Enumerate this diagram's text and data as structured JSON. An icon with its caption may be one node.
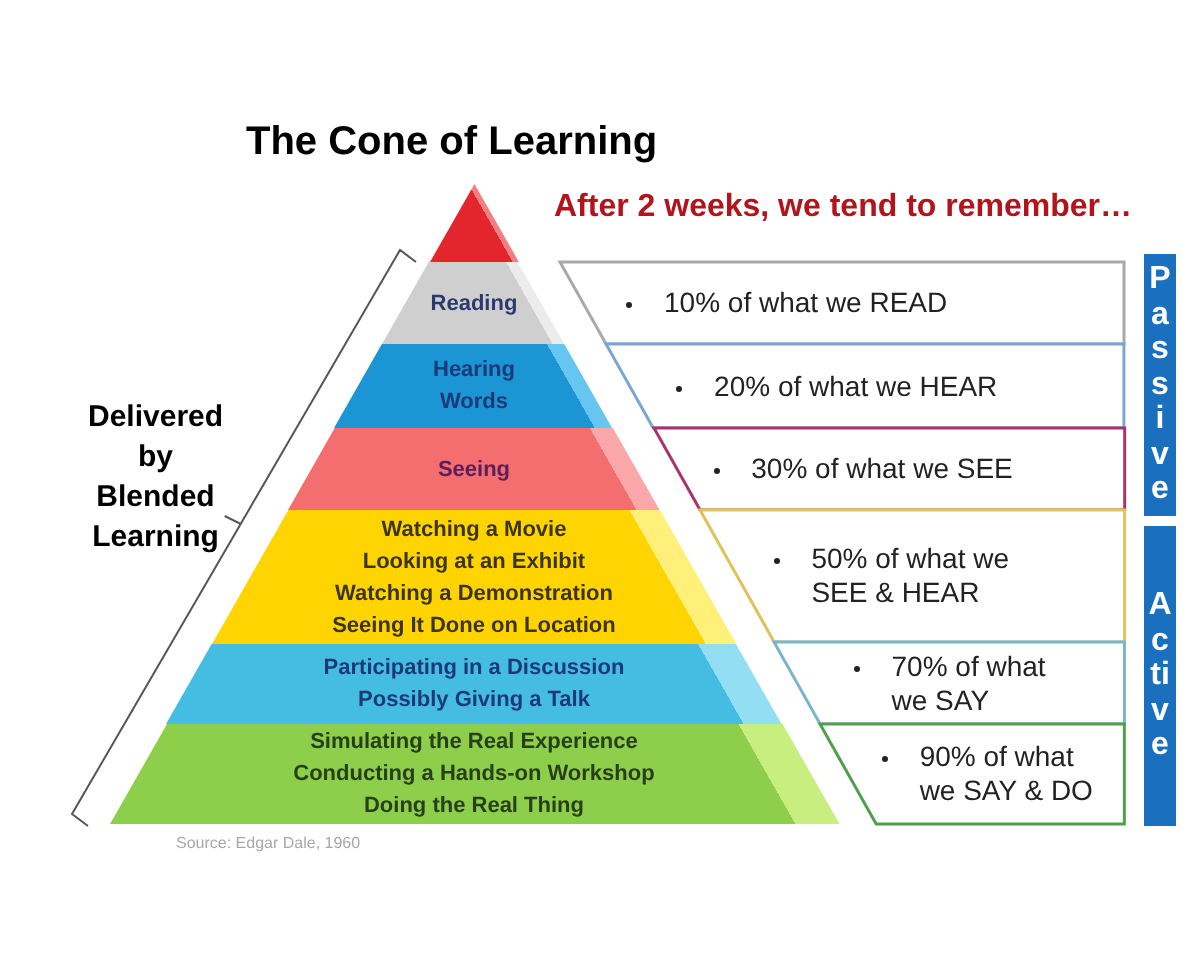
{
  "diagram": {
    "title": "The Cone of Learning",
    "nodes": [
      {
        "text": [],
        "shape": "triangle"
      },
      {
        "text": [
          "Reading"
        ]
      },
      {
        "text": [
          "Hearing Words"
        ]
      },
      {
        "text": [
          "Seeing"
        ]
      },
      {
        "text": [
          "Watching a Movie",
          "Looking at an Exhibit",
          "Watching a Demonstration",
          "Seeing It Done on Location"
        ]
      },
      {
        "text": [
          "Participating in a Discussion",
          "Possibly Giving a Talk"
        ]
      },
      {
        "text": [
          "Simulating the Real Experience",
          "Conducting a Hands-on Workshop",
          "Doing the Real Thing"
        ]
      },
      {
        "text": [
          "10% of what we READ"
        ]
      },
      {
        "text": [
          "20% of what we HEAR"
        ]
      },
      {
        "text": [
          "30% of what we SEE"
        ]
      },
      {
        "text": [
          "50% of what we SEE & HEAR"
        ]
      },
      {
        "text": [
          "70% of what we SAY"
        ]
      },
      {
        "text": [
          "90% of what we SAY & DO"
        ]
      },
      {
        "text": [
          "Passive"
        ]
      },
      {
        "text": [
          "Active"
        ]
      }
    ],
    "labels": [
      "After 2 weeks, we tend to remember…",
      "Delivered by Blended Learning",
      "Source: Edgar Dale, 1960"
    ]
  }
}
